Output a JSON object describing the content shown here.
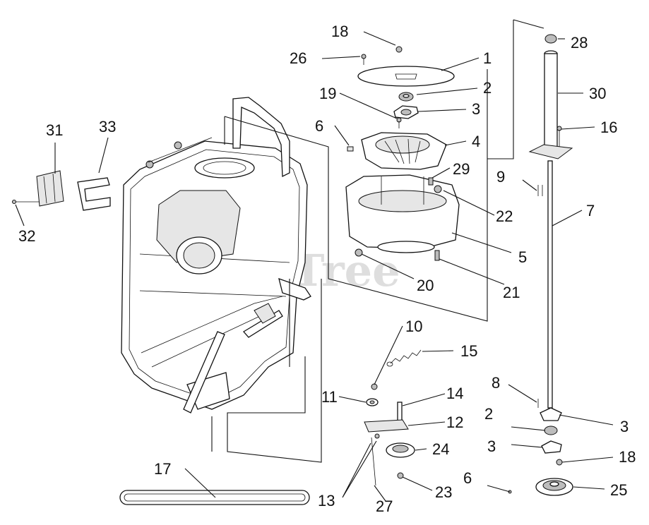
{
  "watermark": "PartsTree",
  "callouts": {
    "c1": "1",
    "c2a": "2",
    "c2b": "2",
    "c3a": "3",
    "c3b": "3",
    "c3c": "3",
    "c4": "4",
    "c5": "5",
    "c6a": "6",
    "c6b": "6",
    "c7": "7",
    "c8": "8",
    "c9": "9",
    "c10": "10",
    "c11": "11",
    "c12": "12",
    "c13": "13",
    "c14": "14",
    "c15": "15",
    "c16": "16",
    "c17": "17",
    "c18a": "18",
    "c18b": "18",
    "c19": "19",
    "c20": "20",
    "c21": "21",
    "c22": "22",
    "c23": "23",
    "c24": "24",
    "c25": "25",
    "c26": "26",
    "c27": "27",
    "c28": "28",
    "c29": "29",
    "c30": "30",
    "c31": "31",
    "c32": "32",
    "c33": "33"
  }
}
